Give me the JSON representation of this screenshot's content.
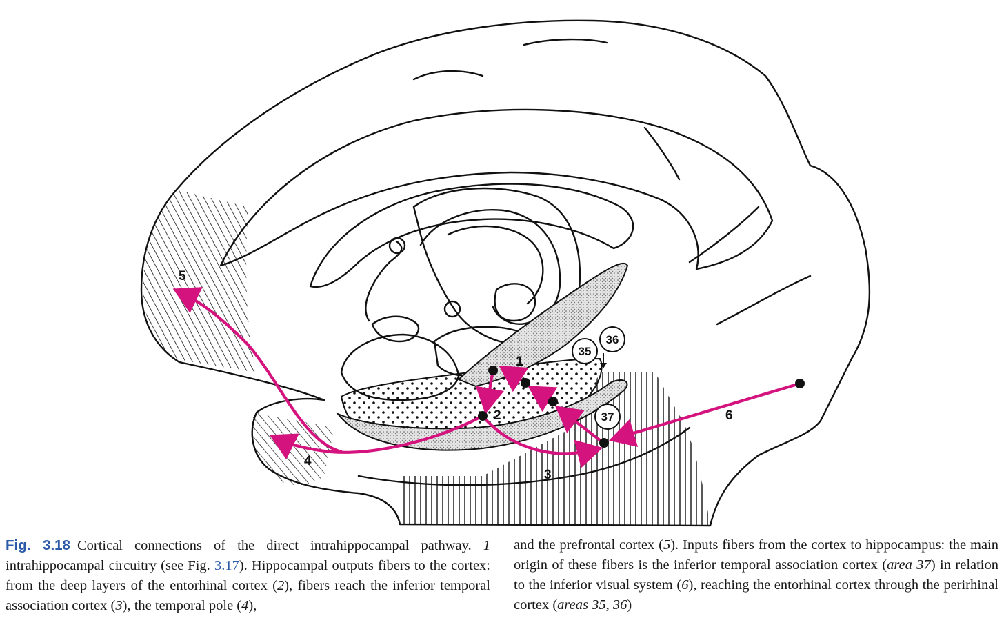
{
  "figure": {
    "labels": {
      "l1": "1",
      "l2": "2",
      "l3": "3",
      "l4": "4",
      "l5": "5",
      "l6": "6",
      "a35": "35",
      "a36": "36",
      "a37": "37"
    },
    "colors": {
      "pathway": "#d4137e",
      "outline": "#111111"
    }
  },
  "caption": {
    "fig_label": "Fig. 3.18",
    "parts": {
      "p1": "Cortical connections of the direct intrahippocampal pathway.",
      "i1": "1",
      "p2": "intrahippocampal circuitry (see Fig.",
      "ref1": "3.17",
      "p3": "). Hippocampal outputs fibers to the cortex: from the deep layers of the entorhinal cortex (",
      "i2": "2",
      "p4": "), fibers reach the inferior temporal association cortex (",
      "i3": "3",
      "p5": "), the temporal pole (",
      "i4": "4",
      "p6": "),",
      "p7": "and the prefrontal cortex (",
      "i5": "5",
      "p8": "). Inputs fibers from the cortex to hippocampus: the main origin of these fibers is the inferior temporal association cortex (",
      "i6": "area 37",
      "p9": ") in relation to the inferior visual system (",
      "i7": "6",
      "p10": "), reaching the entorhinal cortex through the perirhinal cortex (",
      "i8": "areas 35",
      "p11": ", ",
      "i9": "36",
      "p12": ")"
    }
  }
}
